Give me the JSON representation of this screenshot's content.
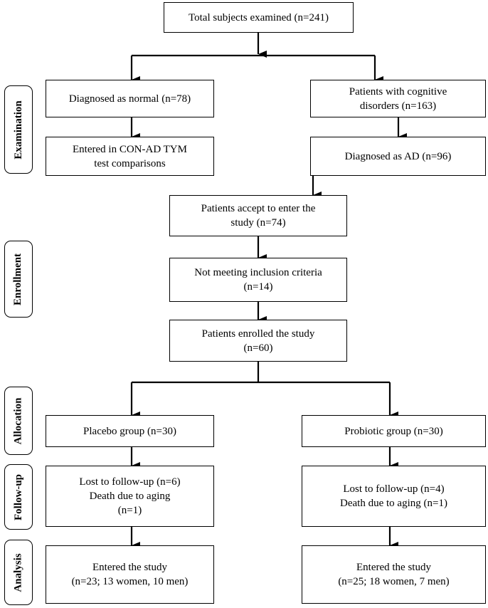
{
  "stages": [
    {
      "key": "examination",
      "label": "Examination"
    },
    {
      "key": "enrollment",
      "label": "Enrollment"
    },
    {
      "key": "allocation",
      "label": "Allocation"
    },
    {
      "key": "follow-up",
      "label": "Follow-up"
    },
    {
      "key": "analysis",
      "label": "Analysis"
    }
  ],
  "boxes": {
    "total": {
      "lines": [
        "Total subjects examined (n=241)"
      ]
    },
    "normal": {
      "lines": [
        "Diagnosed as normal (n=78)"
      ]
    },
    "cognitive": {
      "lines": [
        "Patients with cognitive",
        "disorders (n=163)"
      ]
    },
    "con_ad": {
      "lines": [
        "Entered in CON-AD TYM",
        "test comparisons"
      ]
    },
    "ad": {
      "lines": [
        "Diagnosed as AD (n=96)"
      ]
    },
    "accept": {
      "lines": [
        "Patients accept to enter the",
        "study (n=74)"
      ]
    },
    "not_meeting": {
      "lines": [
        "Not meeting inclusion criteria",
        "(n=14)"
      ]
    },
    "enrolled": {
      "lines": [
        "Patients enrolled the study",
        "(n=60)"
      ]
    },
    "placebo": {
      "lines": [
        "Placebo group (n=30)"
      ]
    },
    "probiotic": {
      "lines": [
        "Probiotic group (n=30)"
      ]
    },
    "lost_placebo": {
      "lines": [
        "Lost to follow-up (n=6)",
        "Death due to aging",
        "(n=1)"
      ]
    },
    "lost_probiotic": {
      "lines": [
        "Lost to follow-up (n=4)",
        "Death due to aging (n=1)"
      ]
    },
    "entered_placebo": {
      "lines": [
        "Entered the study",
        "(n=23; 13 women, 10 men)"
      ]
    },
    "entered_probiotic": {
      "lines": [
        "Entered the study",
        "(n=25; 18 women, 7 men)"
      ]
    }
  }
}
